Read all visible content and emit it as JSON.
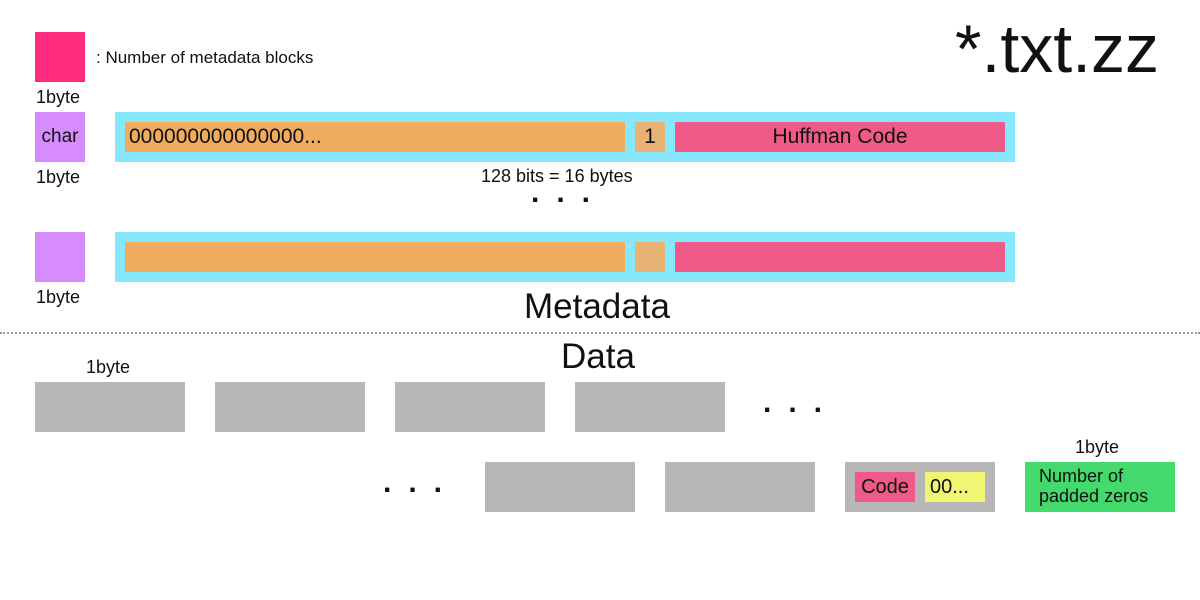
{
  "title": "*.txt.zz",
  "header": {
    "count_label": ": Number of metadata blocks",
    "count_size": "1byte"
  },
  "metadata": {
    "row1": {
      "char_label": "char",
      "char_size": "1byte",
      "zeros": "000000000000000...",
      "one": "1",
      "huffman": "Huffman Code",
      "size_note": "128 bits = 16 bytes"
    },
    "row2": {
      "char_size": "1byte"
    },
    "ellipsis": "...",
    "section_label": "Metadata"
  },
  "data": {
    "section_label": "Data",
    "first_byte_label": "1byte",
    "ellipsis": "...",
    "code_label": "Code",
    "padding_label": "00...",
    "last_byte_label": "1byte",
    "padded_zeros_label": "Number of padded zeros"
  },
  "colors": {
    "block_count": "#fe2a7e",
    "char": "#d68cfc",
    "row_background": "#86e7fd",
    "zeros": "#efac5f",
    "one_bit": "#e7b274",
    "huffman": "#ef5a88",
    "data_byte": "#b7b7b7",
    "padding": "#f0f573",
    "padded_count": "#44d96c"
  }
}
